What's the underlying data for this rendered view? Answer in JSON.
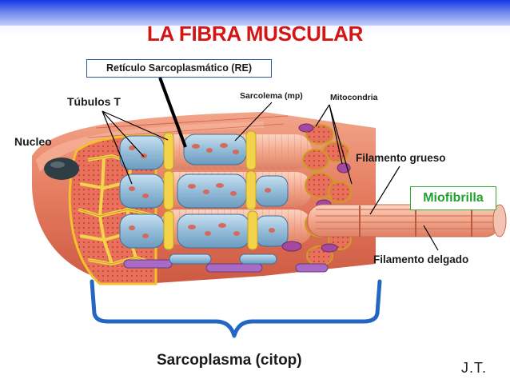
{
  "title": "LA FIBRA MUSCULAR",
  "labels": {
    "reticulo": "Retículo Sarcoplasmático (RE)",
    "tubulos": "Túbulos T",
    "sarcolema": "Sarcolema (mp)",
    "mitocondria": "Mitocondria",
    "nucleo": "Nucleo",
    "filamento_grueso": "Filamento grueso",
    "miofibrilla": "Miofibrilla",
    "filamento_delgado": "Filamento delgado",
    "sarcoplasma": "Sarcoplasma (citop)"
  },
  "author": "J.T.",
  "colors": {
    "title": "#d51515",
    "header_gradient_top": "#1a40e0",
    "fiber_muscle": "#e8826a",
    "fiber_dark": "#c85640",
    "reticulum": "#8fb8d8",
    "tubules": "#f3d34a",
    "mitochondria": "#a4499e",
    "nucleus": "#2f3d44",
    "brace": "#2366c4",
    "miofibrilla_text": "#22a032"
  }
}
